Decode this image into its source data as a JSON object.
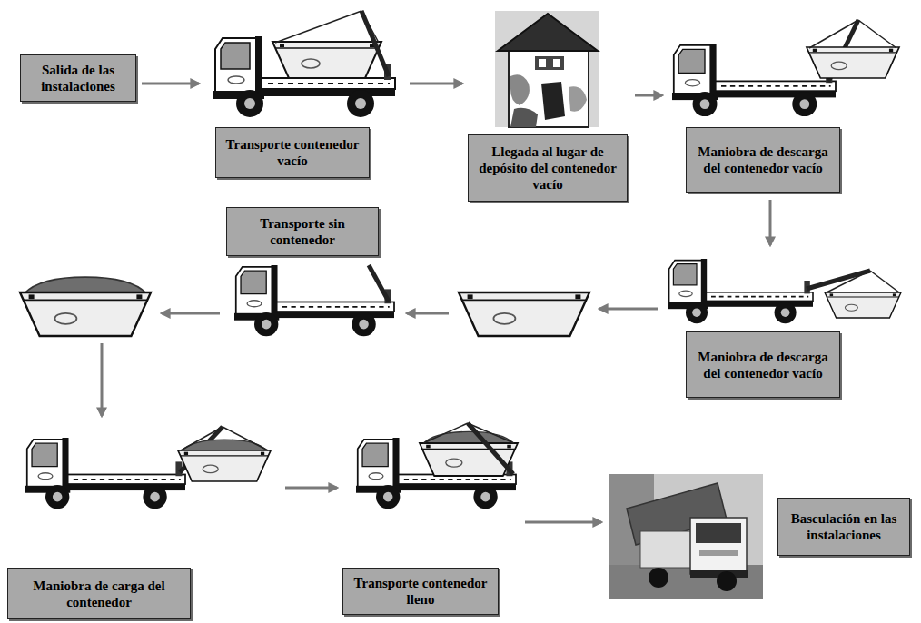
{
  "diagram": {
    "nodes": [
      {
        "text": [
          "Salida de las instalaciones"
        ]
      },
      {
        "text": [
          "Transporte contenedor vacío"
        ]
      },
      {
        "text": [
          "Llegada al lugar de depósito del contenedor vacío"
        ]
      },
      {
        "text": [
          "Maniobra de descarga del contenedor vacío"
        ]
      },
      {
        "text": [
          "Maniobra de descarga del contenedor vacío"
        ]
      },
      {
        "text": [
          "Transporte sin contenedor"
        ]
      },
      {
        "text": [
          "Maniobra de carga del contenedor"
        ]
      },
      {
        "text": [
          "Transporte contenedor lleno"
        ]
      },
      {
        "text": [
          "Basculación en las instalaciones"
        ]
      }
    ],
    "edges": [
      {
        "from": 0,
        "to": 1,
        "arrow": "to"
      },
      {
        "from": 1,
        "to": 2,
        "arrow": "to"
      },
      {
        "from": 2,
        "to": 3,
        "arrow": "to"
      },
      {
        "from": 3,
        "to": 4,
        "arrow": "to"
      },
      {
        "from": 6,
        "to": 7,
        "arrow": "to"
      },
      {
        "from": 7,
        "to": 8,
        "arrow": "to"
      }
    ]
  }
}
